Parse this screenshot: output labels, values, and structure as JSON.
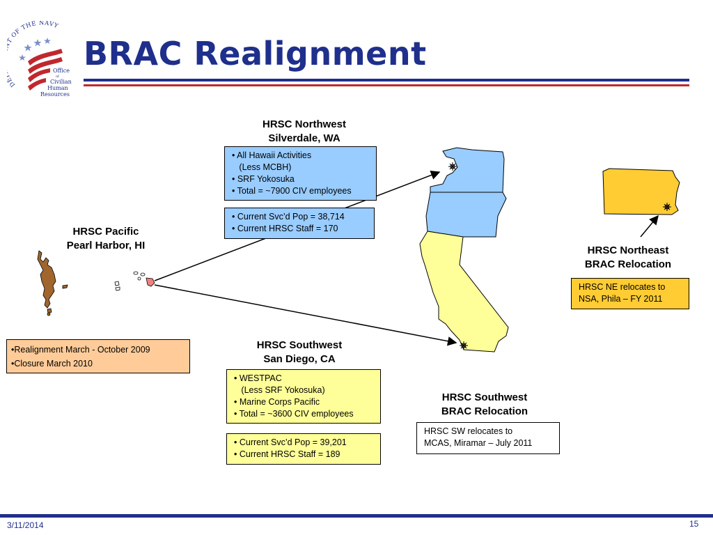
{
  "slide": {
    "title": "BRAC Realignment",
    "logo": {
      "arc_text": "DEPARTMENT OF THE NAVY",
      "office_line1": "Office",
      "office_line2": "of",
      "office_line3": "Civilian",
      "office_line4": "Human",
      "office_line5": "Resources"
    },
    "northwest": {
      "name": "HRSC Northwest",
      "location": "Silverdale, WA",
      "scope": [
        "• All Hawaii Activities",
        "   (Less MCBH)",
        "• SRF Yokosuka",
        "• Total = ~7900 CIV employees"
      ],
      "stats": [
        "• Current Svc’d Pop = 38,714",
        "• Current HRSC Staff = 170"
      ]
    },
    "pacific": {
      "name": "HRSC Pacific",
      "location": "Pearl Harbor, HI",
      "notes": [
        "•Realignment March - October 2009",
        "•Closure March 2010"
      ]
    },
    "southwest": {
      "name": "HRSC Southwest",
      "location": "San Diego, CA",
      "scope": [
        "• WESTPAC",
        "   (Less SRF Yokosuka)",
        "• Marine Corps Pacific",
        "• Total = ~3600 CIV employees"
      ],
      "stats": [
        "• Current Svc’d Pop = 39,201",
        "• Current HRSC Staff = 189"
      ]
    },
    "southwest_brac": {
      "name": "HRSC Southwest",
      "subtitle": "BRAC Relocation",
      "note": [
        "HRSC SW relocates to",
        "MCAS, Miramar – July 2011"
      ]
    },
    "northeast_brac": {
      "name": "HRSC Northeast",
      "subtitle": "BRAC Relocation",
      "note": [
        "HRSC NE relocates to",
        "NSA, Phila – FY 2011"
      ]
    },
    "footer": {
      "date": "3/11/2014",
      "page": "15"
    }
  },
  "colors": {
    "title_blue": "#1F2F8C",
    "rule_red": "#C0282E",
    "box_blue": "#99CCFF",
    "box_yellow": "#FFFF99",
    "box_peach": "#FFCC99",
    "state_blue": "#99CCFF",
    "state_yellow": "#FFFF99",
    "state_gold": "#FFCC33",
    "japan_brown": "#A0662E",
    "hawaii_pink": "#F08080"
  }
}
